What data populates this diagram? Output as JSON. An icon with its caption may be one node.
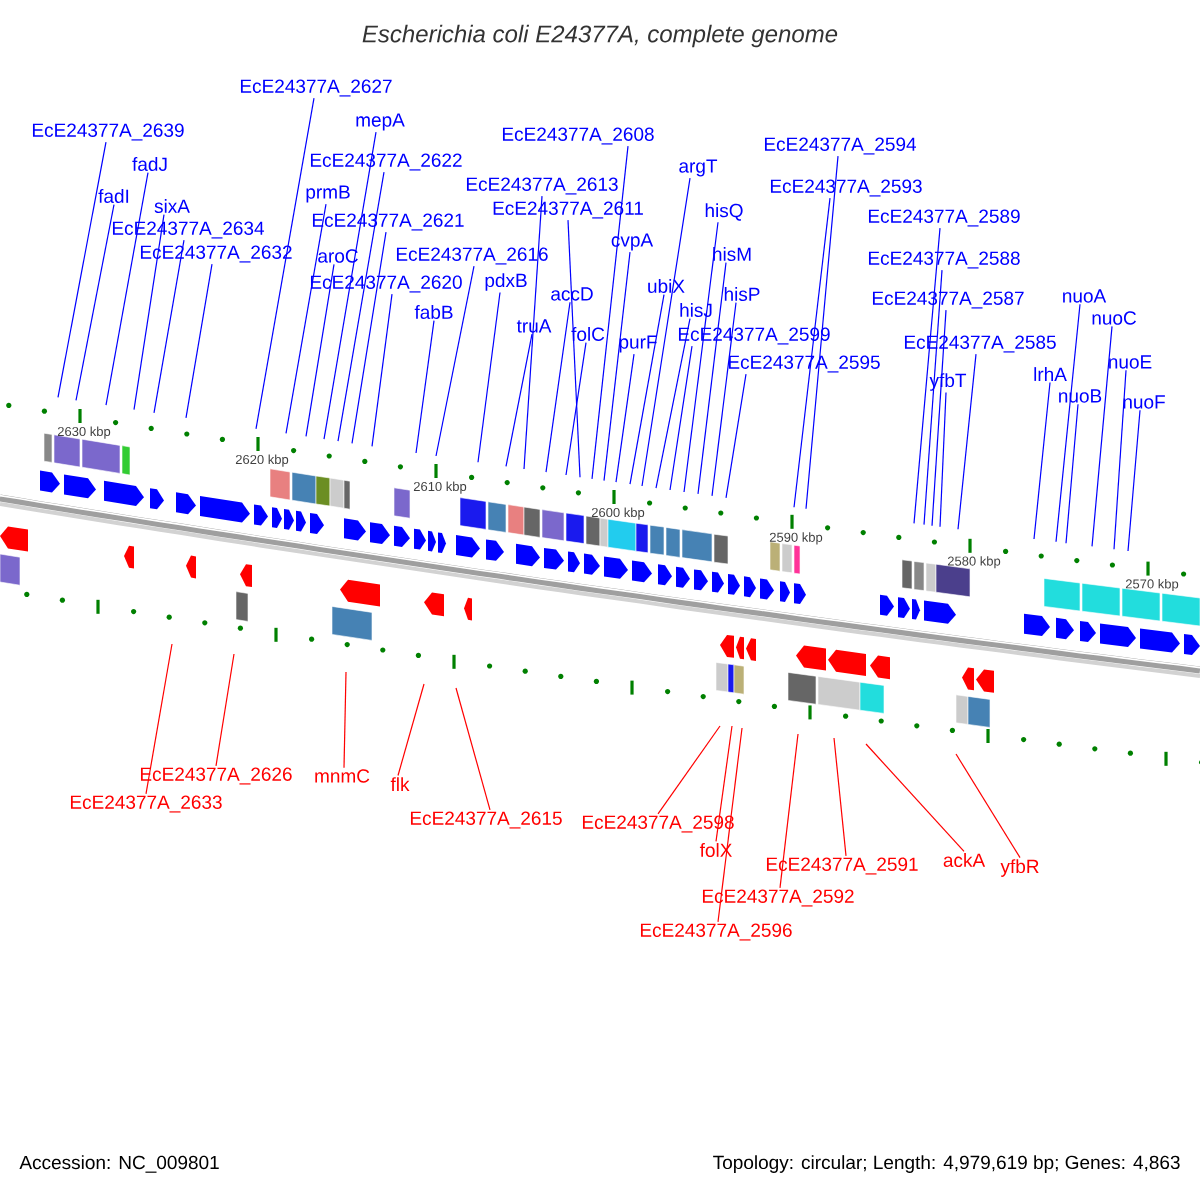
{
  "diagram": {
    "title": "Escherichia coli E24377A, complete genome",
    "nodes": [
      {
        "text": [
          "EcE24377A_2639"
        ]
      },
      {
        "text": [
          "fadJ"
        ]
      },
      {
        "text": [
          "fadI"
        ]
      },
      {
        "text": [
          "sixA"
        ]
      },
      {
        "text": [
          "EcE24377A_2634"
        ]
      },
      {
        "text": [
          "EcE24377A_2632"
        ]
      },
      {
        "text": [
          "EcE24377A_2627"
        ]
      },
      {
        "text": [
          "mepA"
        ]
      },
      {
        "text": [
          "EcE24377A_2622"
        ]
      },
      {
        "text": [
          "prmB"
        ]
      },
      {
        "text": [
          "EcE24377A_2621"
        ]
      },
      {
        "text": [
          "aroC"
        ]
      },
      {
        "text": [
          "EcE24377A_2620"
        ]
      },
      {
        "text": [
          "EcE24377A_2616"
        ]
      },
      {
        "text": [
          "fabB"
        ]
      },
      {
        "text": [
          "EcE24377A_2613"
        ]
      },
      {
        "text": [
          "EcE24377A_2611"
        ]
      },
      {
        "text": [
          "pdxB"
        ]
      },
      {
        "text": [
          "truA"
        ]
      },
      {
        "text": [
          "accD"
        ]
      },
      {
        "text": [
          "folC"
        ]
      },
      {
        "text": [
          "EcE24377A_2608"
        ]
      },
      {
        "text": [
          "cvpA"
        ]
      },
      {
        "text": [
          "purF"
        ]
      },
      {
        "text": [
          "ubiX"
        ]
      },
      {
        "text": [
          "argT"
        ]
      },
      {
        "text": [
          "hisJ"
        ]
      },
      {
        "text": [
          "hisQ"
        ]
      },
      {
        "text": [
          "hisM"
        ]
      },
      {
        "text": [
          "hisP"
        ]
      },
      {
        "text": [
          "EcE24377A_2599"
        ]
      },
      {
        "text": [
          "EcE24377A_2595"
        ]
      },
      {
        "text": [
          "EcE24377A_2594"
        ]
      },
      {
        "text": [
          "EcE24377A_2593"
        ]
      },
      {
        "text": [
          "EcE24377A_2589"
        ]
      },
      {
        "text": [
          "EcE24377A_2588"
        ]
      },
      {
        "text": [
          "EcE24377A_2587"
        ]
      },
      {
        "text": [
          "EcE24377A_2585"
        ]
      },
      {
        "text": [
          "yfbT"
        ]
      },
      {
        "text": [
          "lrhA"
        ]
      },
      {
        "text": [
          "nuoA"
        ]
      },
      {
        "text": [
          "nuoB"
        ]
      },
      {
        "text": [
          "nuoC"
        ]
      },
      {
        "text": [
          "nuoE"
        ]
      },
      {
        "text": [
          "nuoF"
        ]
      },
      {
        "text": [
          "EcE24377A_2633"
        ]
      },
      {
        "text": [
          "EcE24377A_2626"
        ]
      },
      {
        "text": [
          "mnmC"
        ]
      },
      {
        "text": [
          "flk"
        ]
      },
      {
        "text": [
          "EcE24377A_2615"
        ]
      },
      {
        "text": [
          "EcE24377A_2598"
        ]
      },
      {
        "text": [
          "folX"
        ]
      },
      {
        "text": [
          "EcE24377A_2596"
        ]
      },
      {
        "text": [
          "EcE24377A_2591"
        ]
      },
      {
        "text": [
          "EcE24377A_2592"
        ]
      },
      {
        "text": [
          "ackA"
        ]
      },
      {
        "text": [
          "yfbR"
        ]
      }
    ],
    "edges": [
      {
        "from": 0,
        "to": null,
        "arrow": "none"
      },
      {
        "from": 1,
        "to": null,
        "arrow": "none"
      },
      {
        "from": 2,
        "to": null,
        "arrow": "none"
      },
      {
        "from": 3,
        "to": null,
        "arrow": "none"
      },
      {
        "from": 4,
        "to": null,
        "arrow": "none"
      },
      {
        "from": 5,
        "to": null,
        "arrow": "none"
      },
      {
        "from": 6,
        "to": null,
        "arrow": "none"
      },
      {
        "from": 7,
        "to": null,
        "arrow": "none"
      },
      {
        "from": 8,
        "to": null,
        "arrow": "none"
      },
      {
        "from": 9,
        "to": null,
        "arrow": "none"
      },
      {
        "from": 10,
        "to": null,
        "arrow": "none"
      },
      {
        "from": 11,
        "to": null,
        "arrow": "none"
      },
      {
        "from": 12,
        "to": null,
        "arrow": "none"
      },
      {
        "from": 13,
        "to": null,
        "arrow": "none"
      },
      {
        "from": 14,
        "to": null,
        "arrow": "none"
      },
      {
        "from": 15,
        "to": null,
        "arrow": "none"
      },
      {
        "from": 16,
        "to": null,
        "arrow": "none"
      },
      {
        "from": 17,
        "to": null,
        "arrow": "none"
      },
      {
        "from": 18,
        "to": null,
        "arrow": "none"
      },
      {
        "from": 19,
        "to": null,
        "arrow": "none"
      },
      {
        "from": 20,
        "to": null,
        "arrow": "none"
      },
      {
        "from": 21,
        "to": null,
        "arrow": "none"
      },
      {
        "from": 22,
        "to": null,
        "arrow": "none"
      },
      {
        "from": 23,
        "to": null,
        "arrow": "none"
      },
      {
        "from": 24,
        "to": null,
        "arrow": "none"
      },
      {
        "from": 25,
        "to": null,
        "arrow": "none"
      },
      {
        "from": 26,
        "to": null,
        "arrow": "none"
      },
      {
        "from": 27,
        "to": null,
        "arrow": "none"
      },
      {
        "from": 28,
        "to": null,
        "arrow": "none"
      },
      {
        "from": 29,
        "to": null,
        "arrow": "none"
      },
      {
        "from": 30,
        "to": null,
        "arrow": "none"
      },
      {
        "from": 31,
        "to": null,
        "arrow": "none"
      },
      {
        "from": 32,
        "to": null,
        "arrow": "none"
      },
      {
        "from": 33,
        "to": null,
        "arrow": "none"
      },
      {
        "from": 34,
        "to": null,
        "arrow": "none"
      },
      {
        "from": 35,
        "to": null,
        "arrow": "none"
      },
      {
        "from": 36,
        "to": null,
        "arrow": "none"
      },
      {
        "from": 37,
        "to": null,
        "arrow": "none"
      },
      {
        "from": 38,
        "to": null,
        "arrow": "none"
      },
      {
        "from": 39,
        "to": null,
        "arrow": "none"
      },
      {
        "from": 40,
        "to": null,
        "arrow": "none"
      },
      {
        "from": 41,
        "to": null,
        "arrow": "none"
      },
      {
        "from": 42,
        "to": null,
        "arrow": "none"
      },
      {
        "from": 43,
        "to": null,
        "arrow": "none"
      },
      {
        "from": 44,
        "to": null,
        "arrow": "none"
      },
      {
        "from": 45,
        "to": null,
        "arrow": "none",
        "color": "#ff0000"
      },
      {
        "from": 46,
        "to": null,
        "arrow": "none",
        "color": "#ff0000"
      },
      {
        "from": 47,
        "to": null,
        "arrow": "none",
        "color": "#ff0000"
      },
      {
        "from": 48,
        "to": null,
        "arrow": "none",
        "color": "#ff0000"
      },
      {
        "from": 49,
        "to": null,
        "arrow": "none",
        "color": "#ff0000"
      },
      {
        "from": 50,
        "to": null,
        "arrow": "none",
        "color": "#ff0000"
      },
      {
        "from": 51,
        "to": null,
        "arrow": "none",
        "color": "#ff0000"
      },
      {
        "from": 52,
        "to": null,
        "arrow": "none",
        "color": "#ff0000"
      },
      {
        "from": 53,
        "to": null,
        "arrow": "none",
        "color": "#ff0000"
      },
      {
        "from": 54,
        "to": null,
        "arrow": "none",
        "color": "#ff0000"
      },
      {
        "from": 55,
        "to": null,
        "arrow": "none",
        "color": "#ff0000"
      },
      {
        "from": 56,
        "to": null,
        "arrow": "none",
        "color": "#ff0000"
      }
    ],
    "labels": [
      "2630 kbp",
      "2620 kbp",
      "2610 kbp",
      "2600 kbp",
      "2590 kbp",
      "2580 kbp",
      "2570 kbp",
      "Accession: NC_009801",
      "Topology: circular; Length: 4,979,619 bp; Genes: 4,863"
    ]
  }
}
